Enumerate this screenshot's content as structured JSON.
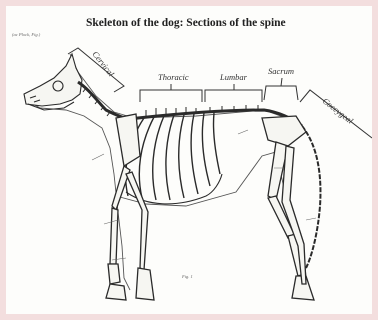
{
  "diagram": {
    "title": "Skeleton of the dog: Sections of the spine",
    "citation": "(ac Plock, Fig.)",
    "fig_label": "Fig. 1",
    "sections": [
      {
        "id": "cervical",
        "label": "Cervical"
      },
      {
        "id": "thoracic",
        "label": "Thoracic"
      },
      {
        "id": "lumbar",
        "label": "Lumbar"
      },
      {
        "id": "sacrum",
        "label": "Sacrum"
      },
      {
        "id": "coccygeal",
        "label": "Coccygeal"
      }
    ]
  },
  "colors": {
    "background": "#f3dede",
    "paper": "#fdfdfb",
    "ink": "#2a2a2a"
  }
}
